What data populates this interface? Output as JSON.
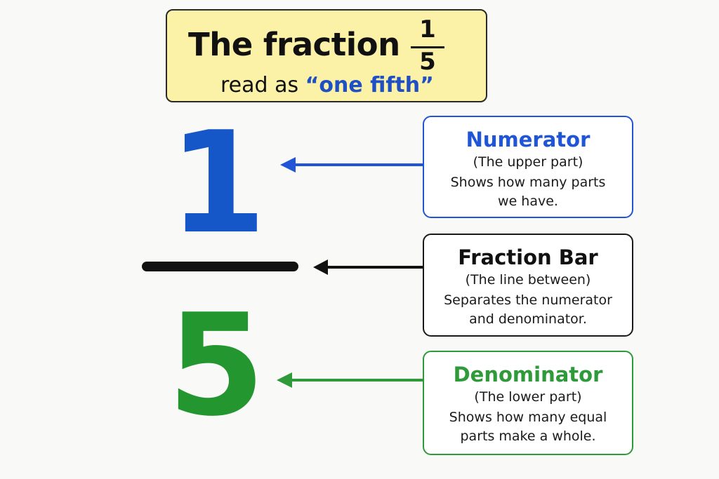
{
  "header": {
    "title_prefix": "The fraction",
    "fraction_numerator": "1",
    "fraction_denominator": "5",
    "read_prefix": "read as ",
    "read_phrase": "“one fifth”"
  },
  "fraction": {
    "numerator": "1",
    "denominator": "5"
  },
  "callouts": {
    "numerator": {
      "title": "Numerator",
      "subtitle": "(The upper part)",
      "description_line1": "Shows how many parts",
      "description_line2": "we have."
    },
    "bar": {
      "title": "Fraction Bar",
      "subtitle": "(The line between)",
      "description_line1": "Separates the numerator",
      "description_line2": "and denominator."
    },
    "denominator": {
      "title": "Denominator",
      "subtitle": "(The lower part)",
      "description_line1": "Shows how many equal",
      "description_line2": "parts make a whole."
    }
  },
  "colors": {
    "numerator": "#1557c9",
    "denominator": "#24962f",
    "bar": "#111111",
    "title_background": "#fbf1a7"
  }
}
